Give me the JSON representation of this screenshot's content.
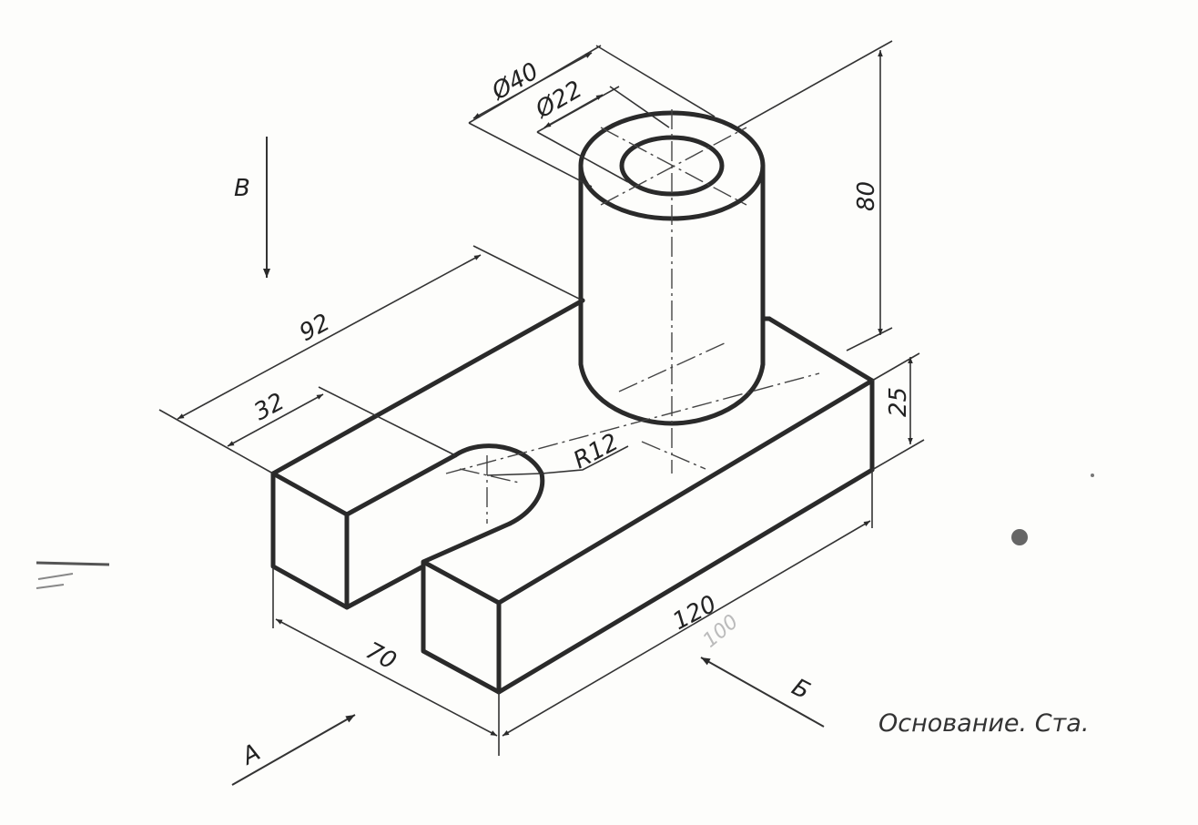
{
  "drawing": {
    "caption": "Основание. Ста.",
    "faint_mark": "100",
    "dimensions": {
      "outer_diameter": "Ø40",
      "inner_diameter": "Ø22",
      "cylinder_height": "80",
      "base_height": "25",
      "base_depth": "92",
      "slot_depth": "32",
      "slot_radius": "R12",
      "base_length": "120",
      "base_width": "70"
    },
    "view_labels": {
      "front": "А",
      "side": "Б",
      "top": "В"
    }
  }
}
